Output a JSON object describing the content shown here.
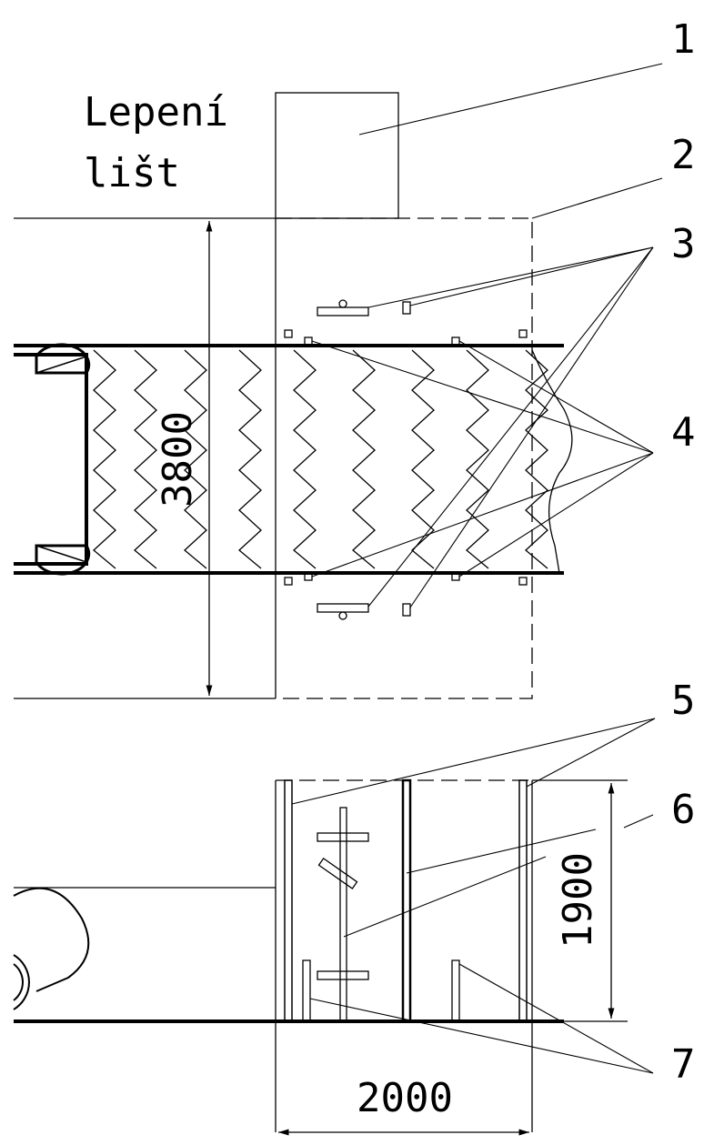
{
  "title": {
    "line1": "Lepení",
    "line2": "lišt"
  },
  "callouts": [
    "1",
    "2",
    "3",
    "4",
    "5",
    "6",
    "7"
  ],
  "dimensions": {
    "width_top": "3800",
    "height_bottom": "1900",
    "length_bottom": "2000"
  }
}
